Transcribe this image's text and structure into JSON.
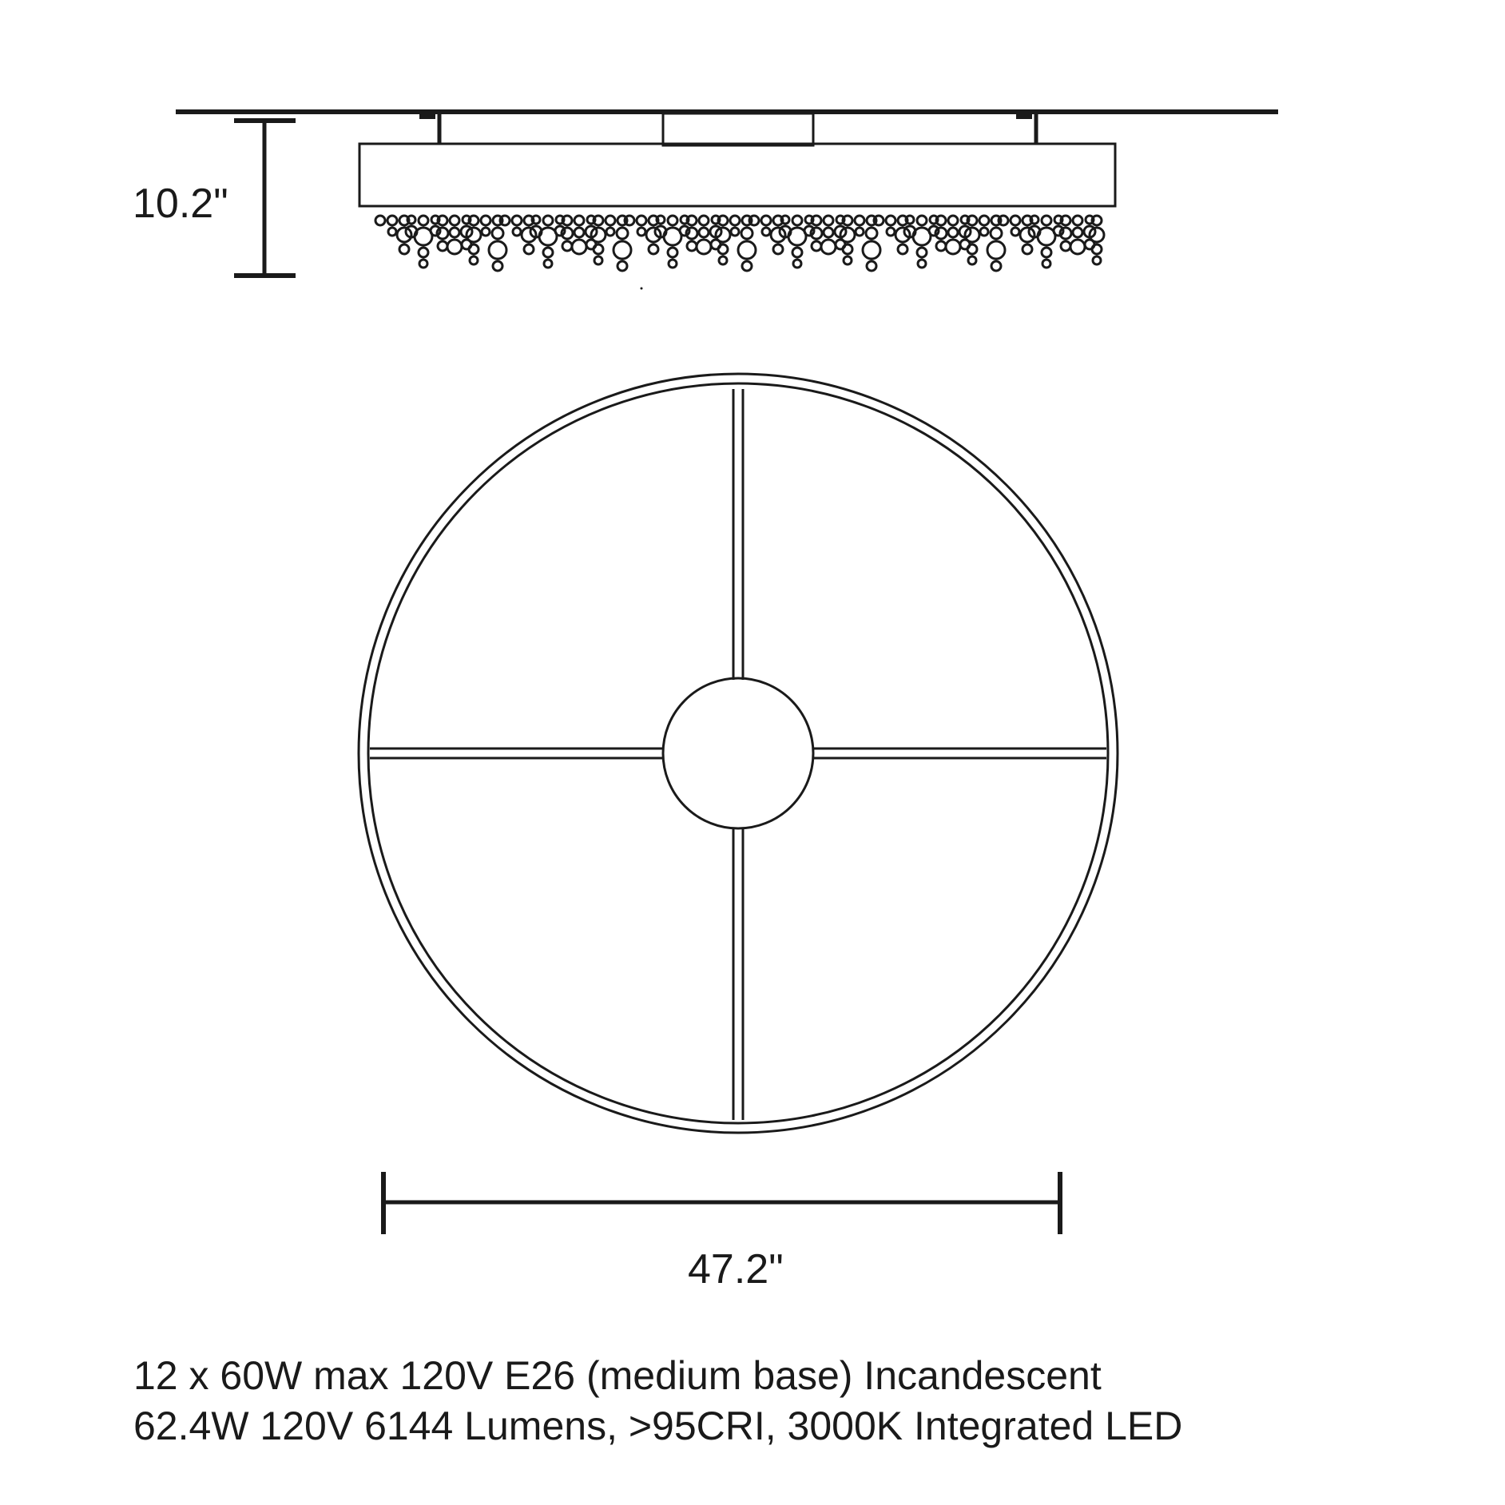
{
  "dimensions": {
    "height_label": "10.2\"",
    "width_label": "47.2\""
  },
  "specs": {
    "line1": "12 x 60W max 120V E26 (medium base) Incandescent",
    "line2": "62.4W 120V 6144 Lumens, >95CRI, 3000K Integrated LED"
  },
  "colors": {
    "ink": "#1a1a1a",
    "background": "#ffffff"
  }
}
